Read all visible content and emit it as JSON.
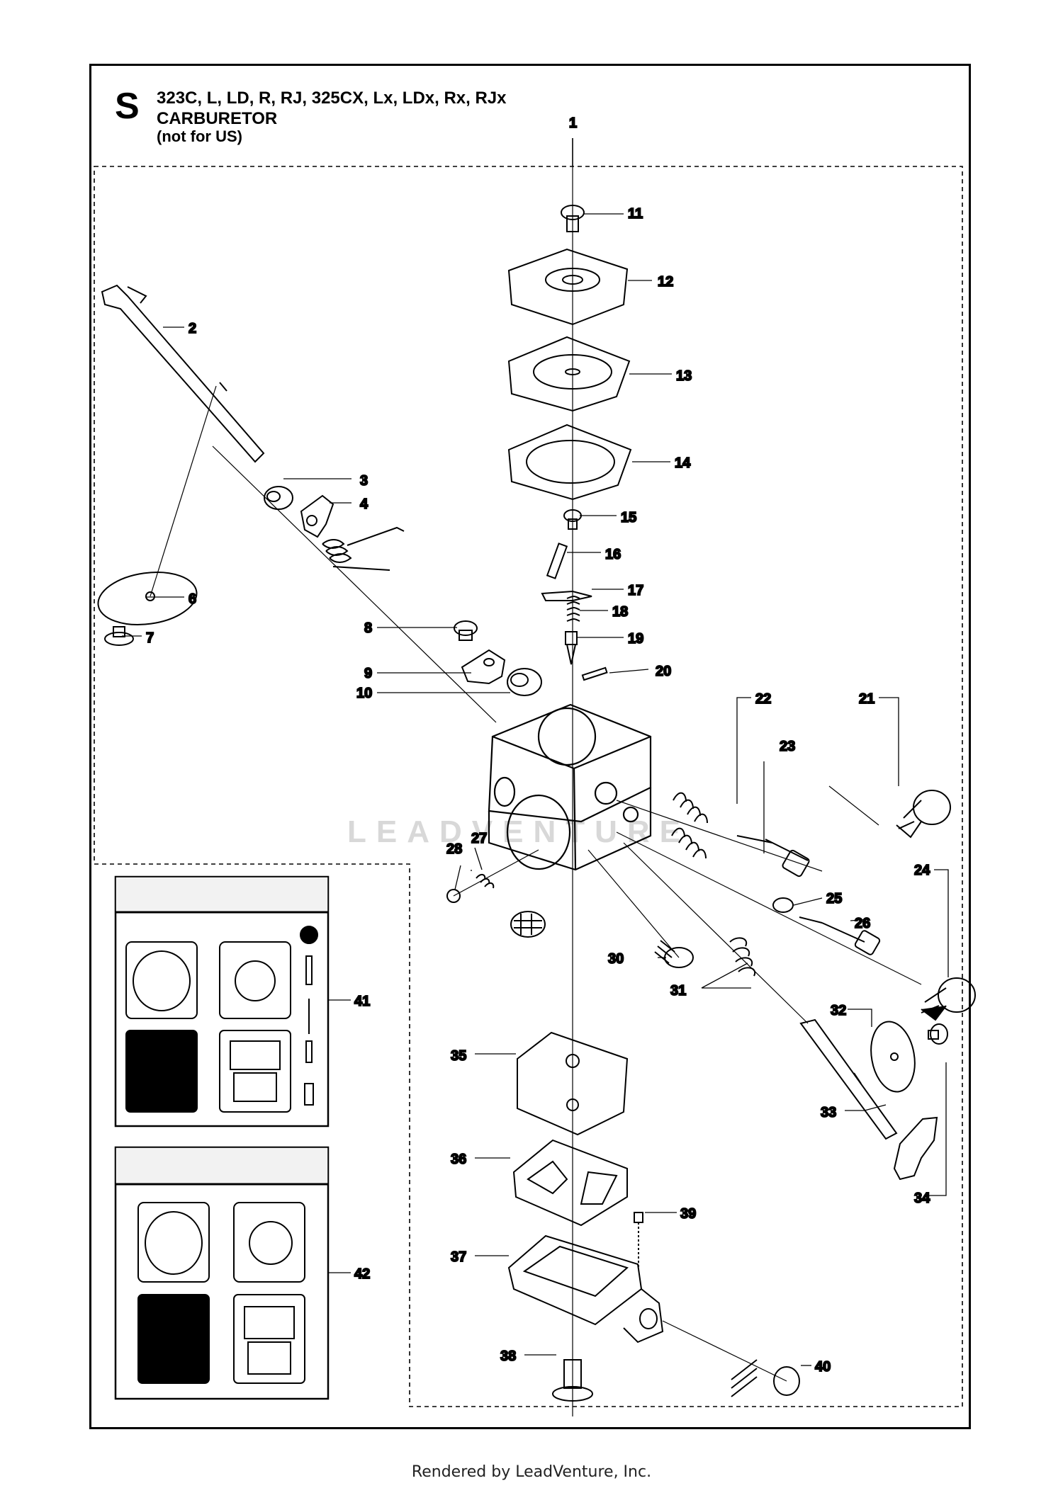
{
  "header": {
    "section_letter": "S",
    "models": "323C, L, LD, R, RJ, 325CX, Lx, LDx, Rx, RJx",
    "title": "CARBURETOR",
    "subtitle": "(not for US)"
  },
  "watermark": "LEADVENTURE",
  "footer": "Rendered by LeadVenture, Inc.",
  "callouts": [
    "1",
    "2",
    "3",
    "4",
    "6",
    "7",
    "8",
    "9",
    "10",
    "11",
    "12",
    "13",
    "14",
    "15",
    "16",
    "17",
    "18",
    "19",
    "20",
    "21",
    "22",
    "23",
    "24",
    "25",
    "26",
    "27",
    "28",
    "30",
    "31",
    "32",
    "33",
    "34",
    "35",
    "36",
    "37",
    "38",
    "39",
    "40",
    "41",
    "42"
  ],
  "colors": {
    "ink": "#000000",
    "fill_dark": "#000000",
    "paper": "#ffffff"
  }
}
